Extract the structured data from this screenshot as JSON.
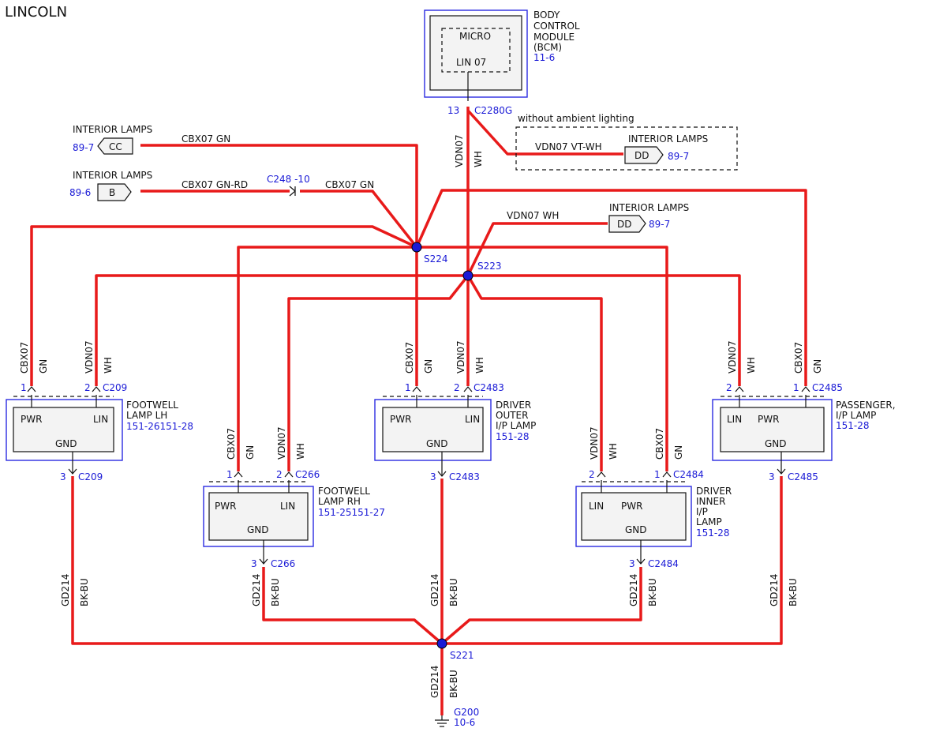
{
  "brand": "LINCOLN",
  "bcm": {
    "micro": "MICRO",
    "lin": "LIN 07",
    "name": [
      "BODY",
      "CONTROL",
      "MODULE",
      "(BCM)"
    ],
    "ref": "11-6",
    "pin": "13",
    "connector": "C2280G"
  },
  "main_wire": {
    "circuit": "VDN07",
    "color": "WH"
  },
  "ambient_box": {
    "label": "without ambient lighting",
    "wire": "VDN07 VT-WH",
    "lamps": "INTERIOR LAMPS",
    "pin": "DD",
    "ref": "89-7"
  },
  "interior_cc": {
    "label": "INTERIOR LAMPS",
    "ref": "89-7",
    "pin": "CC",
    "wire": "CBX07 GN"
  },
  "interior_b": {
    "label": "INTERIOR LAMPS",
    "ref": "89-6",
    "pin": "B",
    "wire": "CBX07 GN-RD",
    "inline": "C248 -10",
    "wire2": "CBX07 GN"
  },
  "interior_dd": {
    "label": "INTERIOR LAMPS",
    "ref": "89-7",
    "pin": "DD",
    "wire": "VDN07 WH"
  },
  "splices": {
    "s224": "S224",
    "s223": "S223",
    "s221": "S221"
  },
  "wire_codes": {
    "cbx": "CBX07",
    "vdn": "VDN07",
    "gn": "GN",
    "wh": "WH",
    "gd": "GD214",
    "bkbu": "BK-BU"
  },
  "lamps": {
    "lh": {
      "name": [
        "FOOTWELL",
        "LAMP LH"
      ],
      "ref": "151-26151-28",
      "pwr": "PWR",
      "lin": "LIN",
      "gnd": "GND",
      "p1": "1",
      "p2": "2",
      "p3": "3",
      "conn": "C209"
    },
    "rh": {
      "name": [
        "FOOTWELL",
        "LAMP RH"
      ],
      "ref": "151-25151-27",
      "pwr": "PWR",
      "lin": "LIN",
      "gnd": "GND",
      "p1": "1",
      "p2": "2",
      "p3": "3",
      "conn": "C266"
    },
    "outer": {
      "name": [
        "DRIVER",
        "OUTER",
        "I/P LAMP"
      ],
      "ref": "151-28",
      "pwr": "PWR",
      "lin": "LIN",
      "gnd": "GND",
      "p1": "1",
      "p2": "2",
      "p3": "3",
      "conn": "C2483"
    },
    "inner": {
      "name": [
        "DRIVER",
        "INNER",
        "I/P",
        "LAMP"
      ],
      "ref": "151-28",
      "pwr": "PWR",
      "lin": "LIN",
      "gnd": "GND",
      "p1": "1",
      "p2": "2",
      "p3": "3",
      "conn": "C2484"
    },
    "pass": {
      "name": [
        "PASSENGER,",
        "I/P LAMP"
      ],
      "ref": "151-28",
      "pwr": "PWR",
      "lin": "LIN",
      "gnd": "GND",
      "p1": "1",
      "p2": "2",
      "p3": "3",
      "conn": "C2485"
    }
  },
  "ground": {
    "name": "G200",
    "ref": "10-6"
  },
  "colors": {
    "wire": "#e81a1a",
    "splice": "#1a1ad6",
    "reference": "#1a1ad6",
    "highlight_border": "#2a2ae0"
  }
}
